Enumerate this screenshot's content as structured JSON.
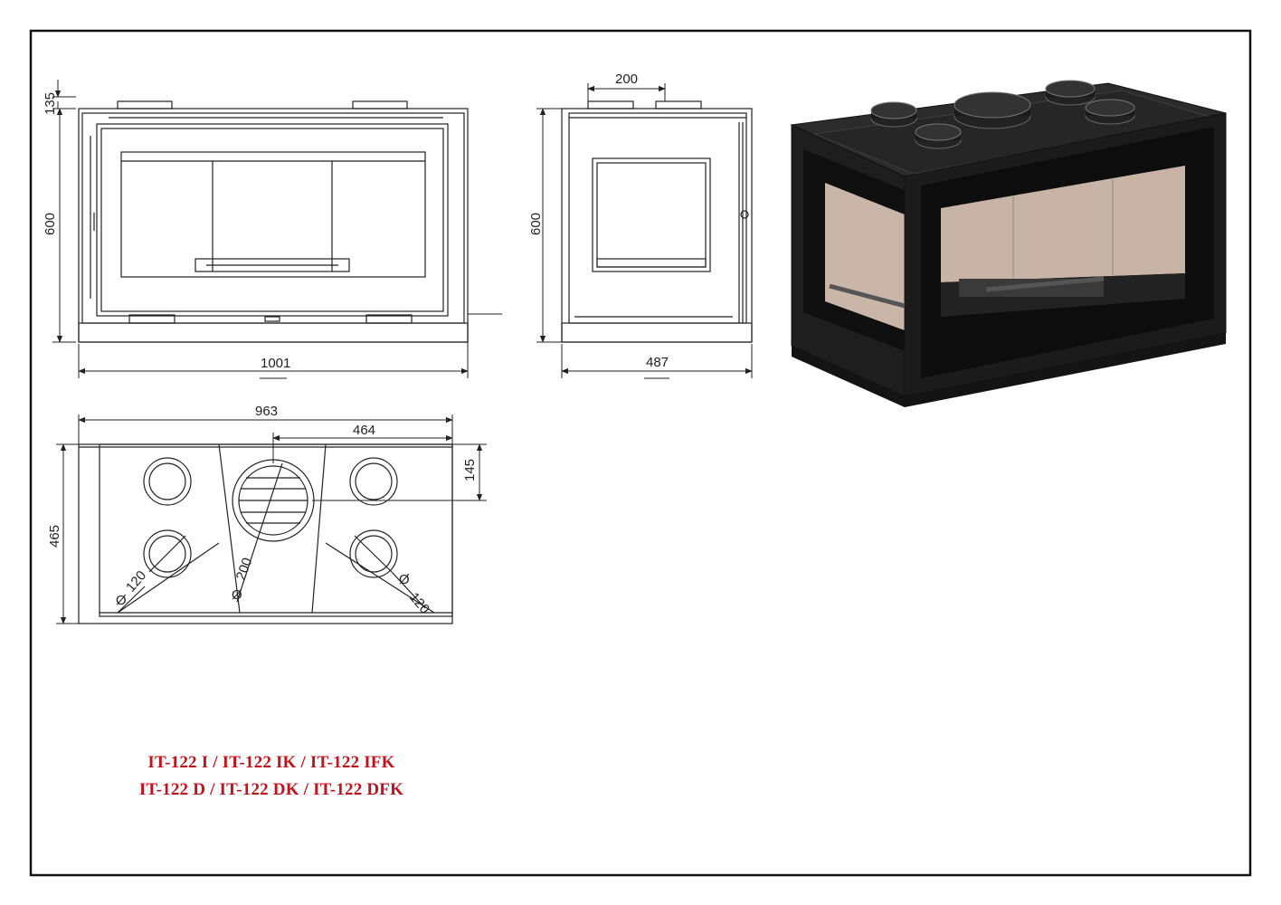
{
  "drawing": {
    "front_view": {
      "dim_top_offset": "135",
      "dim_height": "600",
      "dim_width": "1001"
    },
    "side_view": {
      "dim_collar": "200",
      "dim_height": "600",
      "dim_depth": "487"
    },
    "top_view": {
      "dim_width": "963",
      "dim_offset": "464",
      "dim_front": "145",
      "dim_depth": "465",
      "dia_left": "120",
      "dia_center": "200",
      "dia_right": "120",
      "dia_symbol": "Ø"
    },
    "models": {
      "line1": "IT-122 I  /  IT-122 IK  /  IT-122 IFK",
      "line2": "IT-122 D / IT-122 DK / IT-122 DFK"
    },
    "colors": {
      "line": "#222222",
      "model_text": "#c0141c",
      "glass": "#c8b4a6",
      "body": "#1c1c1c"
    }
  }
}
